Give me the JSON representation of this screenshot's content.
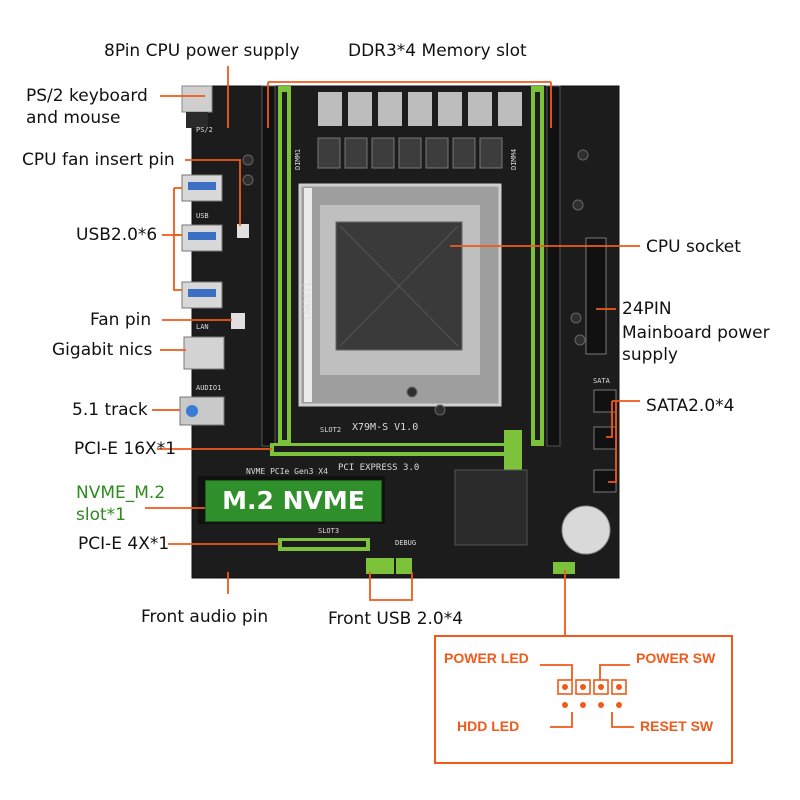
{
  "labels": {
    "cpu_power": "8Pin CPU power supply",
    "ddr3": "DDR3*4 Memory slot",
    "ps2": "PS/2 keyboard\nand mouse",
    "ps2_line1": "PS/2 keyboard",
    "ps2_line2": "and mouse",
    "cpu_fan": "CPU fan insert pin",
    "usb20": "USB2.0*6",
    "cpu_socket": "CPU socket",
    "pin24_line1": "24PIN",
    "pin24_line2": "Mainboard power",
    "pin24_line3": "supply",
    "fan_pin": "Fan pin",
    "gigabit": "Gigabit nics",
    "track51": "5.1 track",
    "sata": "SATA2.0*4",
    "pcie16": "PCI-E 16X*1",
    "nvme_line1": "NVME_M.2",
    "nvme_line2": "slot*1",
    "pcie4": "PCI-E 4X*1",
    "front_audio": "Front audio pin",
    "front_usb": "Front USB 2.0*4"
  },
  "board": {
    "m2_badge": "M.2 NVME",
    "silk_model": "X79M-S  V1.0",
    "silk_socket": "LGA2011",
    "silk_pcie": "PCI EXPRESS 3.0",
    "silk_nvme": "NVME PCIe Gen3 X4",
    "silk_slot2": "SLOT2",
    "silk_slot3": "SLOT3",
    "silk_ps2": "PS/2",
    "silk_usb": "USB",
    "silk_lan": "LAN",
    "silk_audio": "AUDIO1",
    "silk_debug": "DEBUG",
    "silk_sata": "SATA",
    "silk_dimm1": "DIMM1",
    "silk_dimm2": "DIMM4"
  },
  "pin_header": {
    "power_led": "POWER LED",
    "power_sw": "POWER SW",
    "hdd_led": "HDD  LED",
    "reset_sw": "RESET SW"
  },
  "colors": {
    "accent": "#f05a1a",
    "board": "#1c1c1c",
    "slot_green": "#7cc23a",
    "m2_green": "#2f8f2a"
  }
}
